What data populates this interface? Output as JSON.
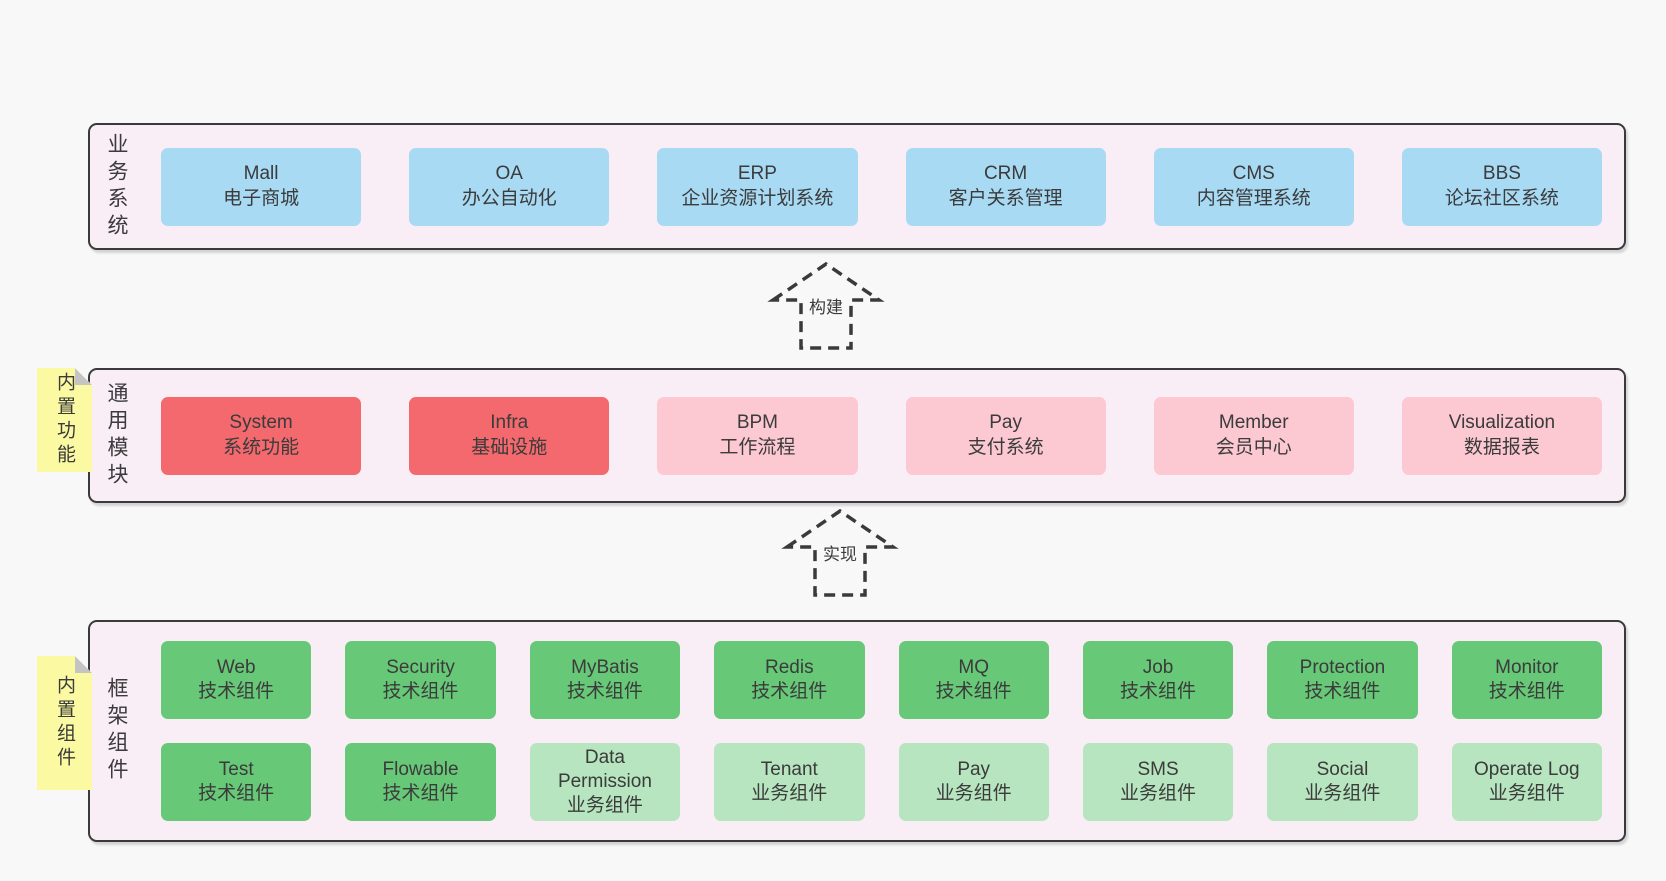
{
  "colors": {
    "page_bg": "#f8f8f8",
    "panel_bg": "#f9edf6",
    "panel_border": "#3a3a3a",
    "text": "#3b3b3b",
    "blue": "#a8daf4",
    "red": "#f3696e",
    "pink": "#fcc8d2",
    "green": "#67c878",
    "lightgreen": "#b7e5bf",
    "yellow": "#fbf9a2",
    "fold_gray": "#c4c4c4"
  },
  "arrows": [
    {
      "label": "构建"
    },
    {
      "label": "实现"
    }
  ],
  "layers": [
    {
      "label": "业务系统",
      "tag": null,
      "rows": [
        [
          {
            "name": "Mall",
            "desc": "电子商城",
            "variant": "blue"
          },
          {
            "name": "OA",
            "desc": "办公自动化",
            "variant": "blue"
          },
          {
            "name": "ERP",
            "desc": "企业资源计划系统",
            "variant": "blue"
          },
          {
            "name": "CRM",
            "desc": "客户关系管理",
            "variant": "blue"
          },
          {
            "name": "CMS",
            "desc": "内容管理系统",
            "variant": "blue"
          },
          {
            "name": "BBS",
            "desc": "论坛社区系统",
            "variant": "blue"
          }
        ]
      ]
    },
    {
      "label": "通用模块",
      "tag": "内置功能",
      "rows": [
        [
          {
            "name": "System",
            "desc": "系统功能",
            "variant": "red"
          },
          {
            "name": "Infra",
            "desc": "基础设施",
            "variant": "red"
          },
          {
            "name": "BPM",
            "desc": "工作流程",
            "variant": "pink"
          },
          {
            "name": "Pay",
            "desc": "支付系统",
            "variant": "pink"
          },
          {
            "name": "Member",
            "desc": "会员中心",
            "variant": "pink"
          },
          {
            "name": "Visualization",
            "desc": "数据报表",
            "variant": "pink"
          }
        ]
      ]
    },
    {
      "label": "框架组件",
      "tag": "内置组件",
      "rows": [
        [
          {
            "name": "Web",
            "desc": "技术组件",
            "variant": "green"
          },
          {
            "name": "Security",
            "desc": "技术组件",
            "variant": "green"
          },
          {
            "name": "MyBatis",
            "desc": "技术组件",
            "variant": "green"
          },
          {
            "name": "Redis",
            "desc": "技术组件",
            "variant": "green"
          },
          {
            "name": "MQ",
            "desc": "技术组件",
            "variant": "green"
          },
          {
            "name": "Job",
            "desc": "技术组件",
            "variant": "green"
          },
          {
            "name": "Protection",
            "desc": "技术组件",
            "variant": "green"
          },
          {
            "name": "Monitor",
            "desc": "技术组件",
            "variant": "green"
          }
        ],
        [
          {
            "name": "Test",
            "desc": "技术组件",
            "variant": "green"
          },
          {
            "name": "Flowable",
            "desc": "技术组件",
            "variant": "green"
          },
          {
            "name": "Data Permission",
            "desc": "业务组件",
            "variant": "lightgreen"
          },
          {
            "name": "Tenant",
            "desc": "业务组件",
            "variant": "lightgreen"
          },
          {
            "name": "Pay",
            "desc": "业务组件",
            "variant": "lightgreen"
          },
          {
            "name": "SMS",
            "desc": "业务组件",
            "variant": "lightgreen"
          },
          {
            "name": "Social",
            "desc": "业务组件",
            "variant": "lightgreen"
          },
          {
            "name": "Operate Log",
            "desc": "业务组件",
            "variant": "lightgreen"
          }
        ]
      ]
    }
  ]
}
